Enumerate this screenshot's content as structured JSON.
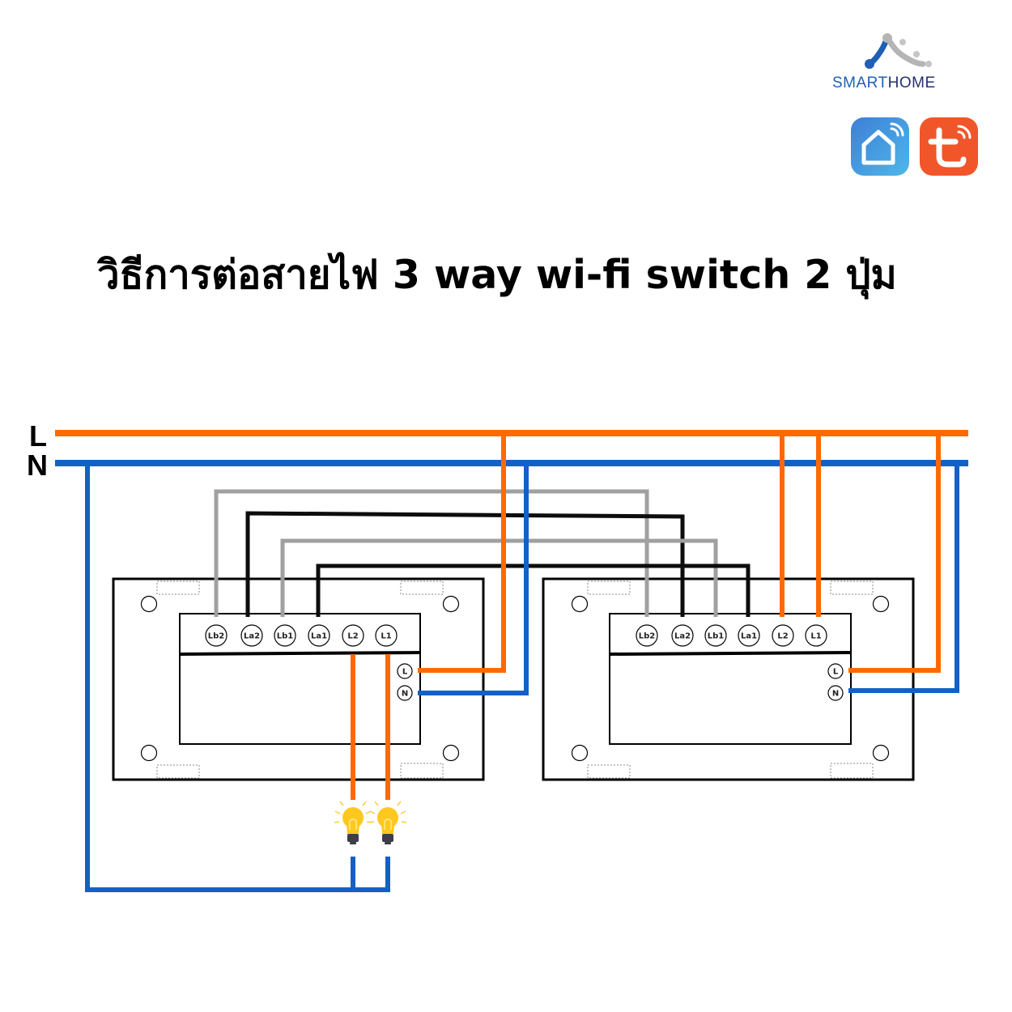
{
  "brand": {
    "logo_word_1": "SMART",
    "logo_word_2": "HOME",
    "logo_primary_color": "#1f5fb5",
    "logo_secondary_color": "#27306b",
    "apps": [
      {
        "name": "Smart Life",
        "icon": "house-wifi-icon",
        "color": "#3d8ad9"
      },
      {
        "name": "Tuya",
        "icon": "tuya-t-wifi-icon",
        "color": "#f0562a"
      }
    ]
  },
  "title": "วิธีการต่อสายไฟ 3 way wi-fi switch 2 ปุ่ม",
  "diagram": {
    "mains": {
      "live_label": "L",
      "neutral_label": "N",
      "live_color": "#ff6a00",
      "neutral_color": "#1560c6"
    },
    "traveler_colors": {
      "gray": "#a0a0a0",
      "black": "#0d0d0d"
    },
    "switches": [
      {
        "id": "switch-1",
        "top_terminals": [
          "Lb2",
          "La2",
          "Lb1",
          "La1",
          "L2",
          "L1"
        ],
        "side_terminals": [
          "L",
          "N"
        ]
      },
      {
        "id": "switch-2",
        "top_terminals": [
          "Lb2",
          "La2",
          "Lb1",
          "La1",
          "L2",
          "L1"
        ],
        "side_terminals": [
          "L",
          "N"
        ]
      }
    ],
    "loads": [
      {
        "name": "lamp-1",
        "icon": "light-bulb-icon",
        "fed_by": "switch-1 L2"
      },
      {
        "name": "lamp-2",
        "icon": "light-bulb-icon",
        "fed_by": "switch-1 L1"
      }
    ]
  }
}
